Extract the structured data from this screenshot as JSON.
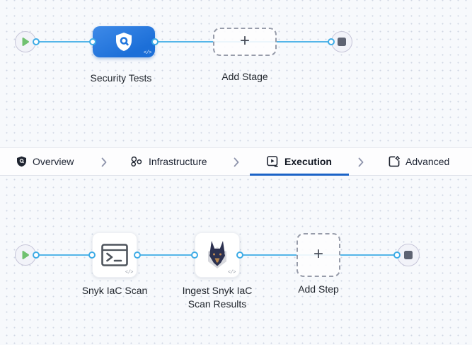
{
  "stage_graph": {
    "start_node": {
      "icon": "play-icon"
    },
    "stage": {
      "label": "Security Tests",
      "icon": "shield-search-icon",
      "badge": "</>"
    },
    "add_stage": {
      "label": "Add Stage",
      "plus": "+"
    },
    "end_node": {
      "icon": "stop-icon"
    }
  },
  "tab_bar": {
    "tabs": [
      {
        "label": "Overview",
        "icon": "shield-icon",
        "active": false
      },
      {
        "label": "Infrastructure",
        "icon": "infrastructure-icon",
        "active": false
      },
      {
        "label": "Execution",
        "icon": "execution-icon",
        "active": true
      },
      {
        "label": "Advanced",
        "icon": "advanced-icon",
        "active": false
      }
    ]
  },
  "step_graph": {
    "start_node": {
      "icon": "play-icon"
    },
    "steps": [
      {
        "label": "Snyk IaC Scan",
        "icon": "terminal-icon",
        "badge": "</>"
      },
      {
        "label": "Ingest Snyk IaC Scan Results",
        "icon": "snyk-doberman-icon",
        "badge": "</>"
      }
    ],
    "add_step": {
      "label": "Add Step",
      "plus": "+"
    },
    "end_node": {
      "icon": "stop-icon"
    }
  },
  "colors": {
    "stage_blue": "#2176dd",
    "connector_blue": "#54b5e8",
    "tab_active_underline": "#1b63c7",
    "play_green": "#70c170",
    "canvas_background": "#f7f9fc"
  }
}
